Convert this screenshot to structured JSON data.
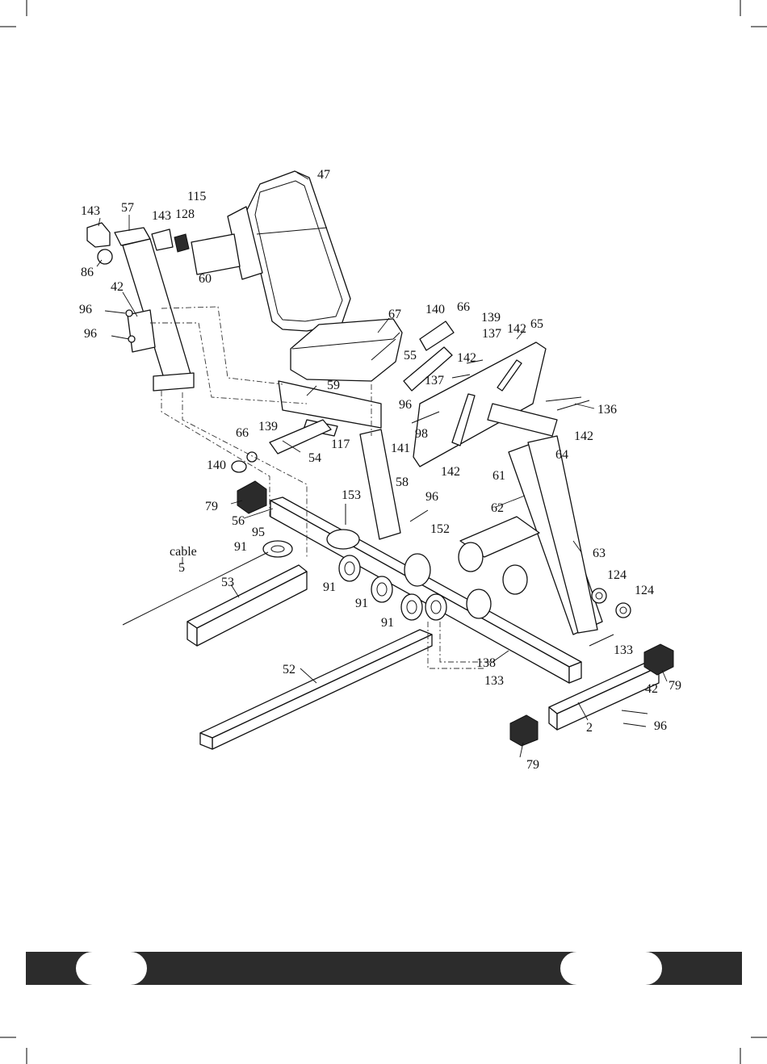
{
  "labels": {
    "l47": "47",
    "l115": "115",
    "l143a": "143",
    "l57": "57",
    "l143b": "143",
    "l128": "128",
    "l86": "86",
    "l60": "60",
    "l42a": "42",
    "l96a": "96",
    "l96b": "96",
    "l67": "67",
    "l140a": "140",
    "l66a": "66",
    "l139a": "139",
    "l137a": "137",
    "l142a": "142",
    "l65": "65",
    "l55": "55",
    "l142b": "142",
    "l137b": "137",
    "l59": "59",
    "l96c": "96",
    "l136": "136",
    "l98": "98",
    "l141": "141",
    "l142c": "142",
    "l117": "117",
    "l139b": "139",
    "l66b": "66",
    "l54": "54",
    "l64": "64",
    "l142d": "142",
    "l61": "61",
    "l140b": "140",
    "l153": "153",
    "l58": "58",
    "l96d": "96",
    "l79a": "79",
    "l56": "56",
    "l62": "62",
    "l95": "95",
    "l152": "152",
    "l91a": "91",
    "l cable": "",
    "lcable": "cable",
    "l5": "5",
    "l63": "63",
    "l53": "53",
    "l91b": "91",
    "l124a": "124",
    "l124b": "124",
    "l91c": "91",
    "l91d": "91",
    "l133a": "133",
    "l79b": "79",
    "l138": "138",
    "l52": "52",
    "l133b": "133",
    "l42b": "42",
    "l79c": "79",
    "l2": "2",
    "l96e": "96",
    "l79d": "79"
  }
}
